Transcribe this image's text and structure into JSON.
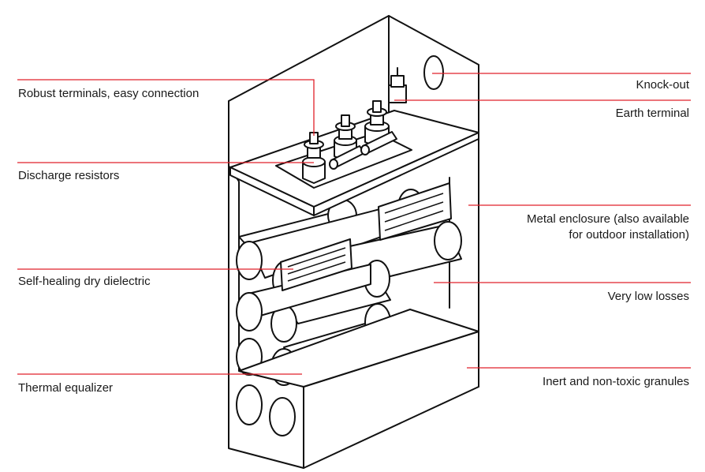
{
  "accent_color": "#e0202a",
  "labels": {
    "robust_terminals": "Robust terminals, easy connection",
    "discharge_resistors": "Discharge resistors",
    "self_healing": "Self-healing dry dielectric",
    "thermal_equalizer": "Thermal equalizer",
    "knock_out": "Knock-out",
    "earth_terminal": "Earth terminal",
    "metal_enclosure_1": "Metal enclosure (also available",
    "metal_enclosure_2": "for outdoor installation)",
    "very_low_losses": "Very low losses",
    "inert_granules": "Inert and non-toxic granules"
  }
}
